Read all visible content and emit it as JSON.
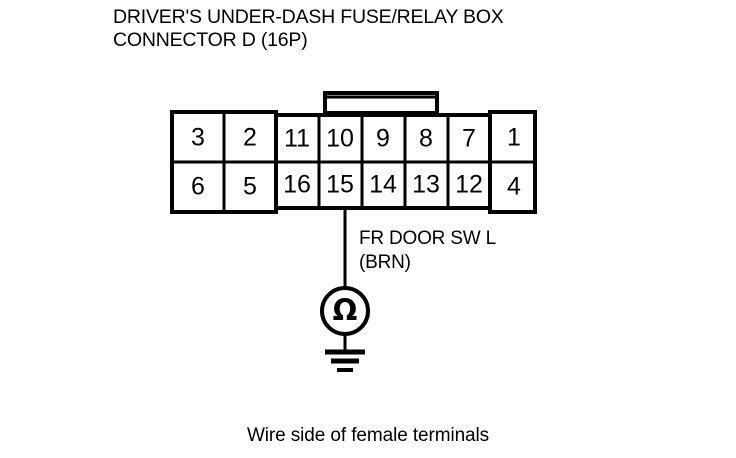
{
  "diagram": {
    "title_line1": "DRIVER'S UNDER-DASH FUSE/RELAY BOX",
    "title_line2": "CONNECTOR D (16P)",
    "caption": "Wire side of female terminals",
    "line_color": "#000000",
    "background_color": "#ffffff"
  },
  "connector": {
    "type": "16P",
    "left_block": {
      "top_row": [
        "3",
        "2"
      ],
      "bottom_row": [
        "6",
        "5"
      ]
    },
    "middle_block": {
      "top_row": [
        "11",
        "10",
        "9",
        "8",
        "7"
      ],
      "bottom_row": [
        "16",
        "15",
        "14",
        "13",
        "12"
      ]
    },
    "right_block": {
      "top_row": [
        "1"
      ],
      "bottom_row": [
        "4"
      ]
    }
  },
  "wire": {
    "label_line1": "FR DOOR SW L",
    "label_line2": "(BRN)",
    "color_code": "BRN",
    "from_terminal": "15",
    "symbol": "ground-with-omega",
    "omega_glyph": "Ω"
  }
}
